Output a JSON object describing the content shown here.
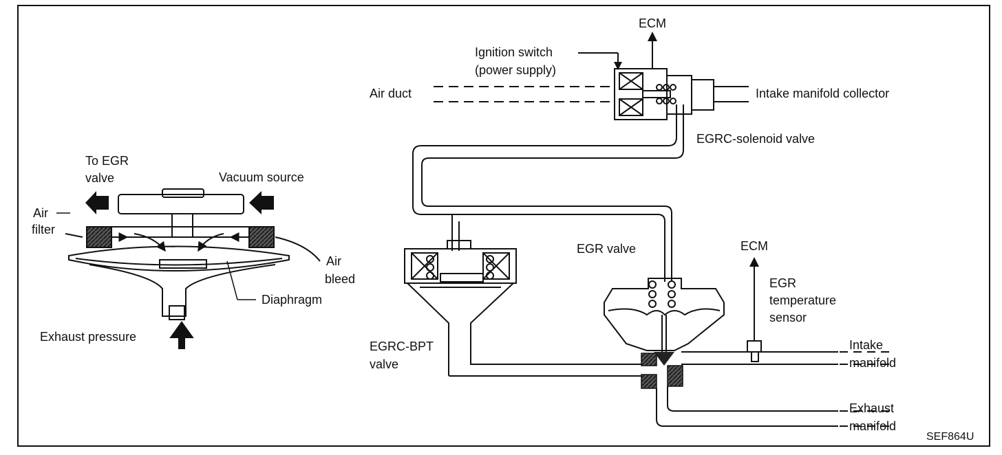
{
  "labels": {
    "ecm_top": "ECM",
    "ignition_line1": "Ignition switch",
    "ignition_line2": "(power supply)",
    "air_duct": "Air duct",
    "intake_collector": "Intake manifold collector",
    "egrc_solenoid": "EGRC-solenoid valve",
    "to_egr_line1": "To EGR",
    "to_egr_line2": "valve",
    "vacuum_source": "Vacuum source",
    "air_filter_line1": "Air",
    "air_filter_line2": "filter",
    "air_bleed_line1": "Air",
    "air_bleed_line2": "bleed",
    "diaphragm": "Diaphragm",
    "exhaust_pressure": "Exhaust pressure",
    "egr_valve": "EGR valve",
    "ecm_right": "ECM",
    "egr_temp_line1": "EGR",
    "egr_temp_line2": "temperature",
    "egr_temp_line3": "sensor",
    "egrc_bpt_line1": "EGRC-BPT",
    "egrc_bpt_line2": "valve",
    "intake_manifold_line1": "Intake",
    "intake_manifold_line2": "manifold",
    "exhaust_manifold_line1": "Exhaust",
    "exhaust_manifold_line2": "manifold",
    "figure_code": "SEF864U"
  },
  "colors": {
    "line": "#111111",
    "fill_dark": "#333333",
    "background": "#ffffff"
  }
}
